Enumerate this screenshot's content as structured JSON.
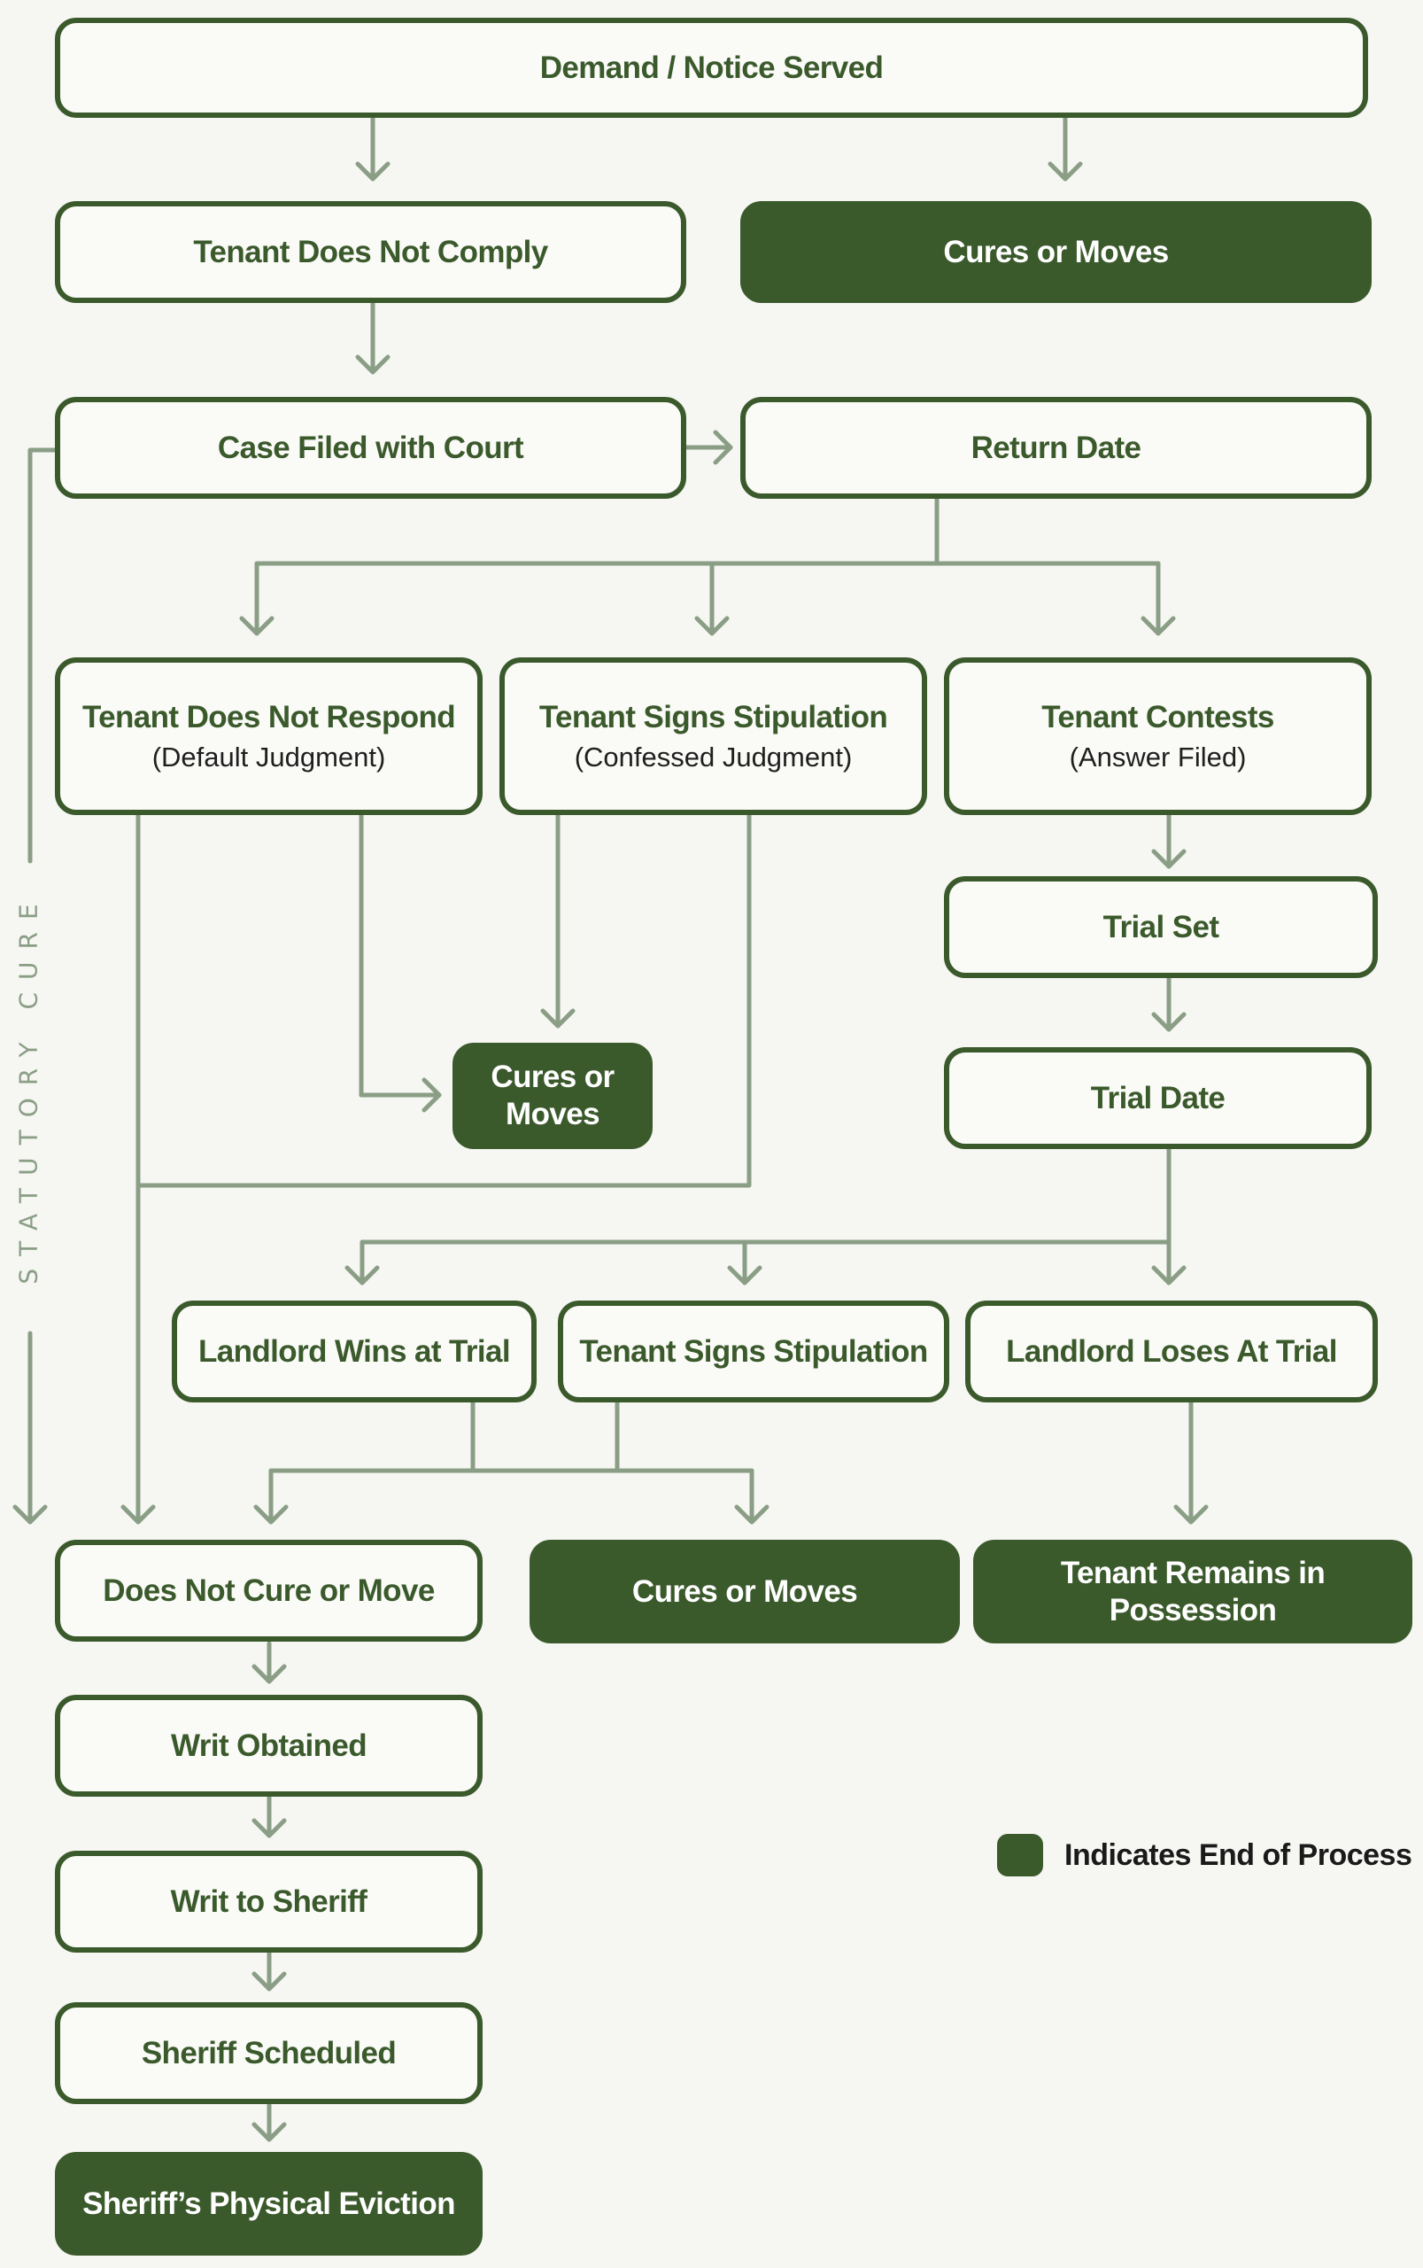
{
  "nodes": {
    "demand": {
      "title": "Demand / Notice Served",
      "end": false
    },
    "not_comply": {
      "title": "Tenant Does Not Comply",
      "end": false
    },
    "cures1": {
      "title": "Cures or Moves",
      "end": true
    },
    "case_filed": {
      "title": "Case Filed with Court",
      "end": false
    },
    "return_date": {
      "title": "Return Date",
      "end": false
    },
    "no_respond": {
      "title": "Tenant Does Not Respond",
      "subtitle": "(Default Judgment)",
      "end": false
    },
    "signs_stip1": {
      "title": "Tenant Signs Stipulation",
      "subtitle": "(Confessed Judgment)",
      "end": false
    },
    "contests": {
      "title": "Tenant Contests",
      "subtitle": "(Answer Filed)",
      "end": false
    },
    "trial_set": {
      "title": "Trial Set",
      "end": false
    },
    "cures2": {
      "title": "Cures or Moves",
      "end": true
    },
    "trial_date": {
      "title": "Trial Date",
      "end": false
    },
    "landlord_wins": {
      "title": "Landlord Wins at Trial",
      "end": false
    },
    "signs_stip2": {
      "title": "Tenant Signs Stipulation",
      "end": false
    },
    "landlord_loses": {
      "title": "Landlord Loses At Trial",
      "end": false
    },
    "not_cure": {
      "title": "Does Not Cure or Move",
      "end": false
    },
    "cures3": {
      "title": "Cures or Moves",
      "end": true
    },
    "remains": {
      "title": "Tenant Remains in Possession",
      "end": true
    },
    "writ_obtained": {
      "title": "Writ Obtained",
      "end": false
    },
    "writ_sheriff": {
      "title": "Writ to Sheriff",
      "end": false
    },
    "sheriff_scheduled": {
      "title": "Sheriff Scheduled",
      "end": false
    },
    "eviction": {
      "title": "Sheriff’s Physical Eviction",
      "end": true
    }
  },
  "side_label": "STATUTORY CURE",
  "legend": {
    "text": "Indicates End of Process"
  },
  "colors": {
    "end_fill": "#3b5a2c",
    "border": "#3b5a2c",
    "connector": "#8a9e86",
    "background": "#f6f6f2"
  }
}
